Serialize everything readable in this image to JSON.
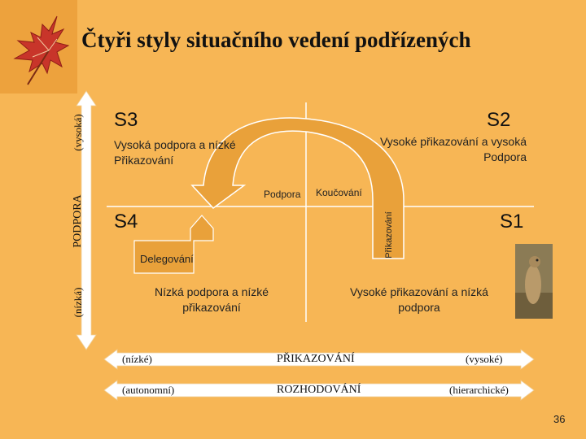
{
  "title": "Čtyři styly situačního vedení podřízených",
  "quadrants": {
    "s3": {
      "label": "S3",
      "desc_line1": "Vysoká podpora a nízké",
      "desc_line2": "Přikazování"
    },
    "s2": {
      "label": "S2",
      "desc_line1": "Vysoké přikazování a vysoká",
      "desc_line2": "Podpora"
    },
    "s4": {
      "label": "S4",
      "desc_line1": "Nízká podpora a nízké",
      "desc_line2": "přikazování"
    },
    "s1": {
      "label": "S1",
      "desc_line1": "Vysoké přikazování a nízká",
      "desc_line2": "podpora"
    }
  },
  "curve_labels": {
    "podpora": "Podpora",
    "koucovani": "Koučování",
    "delegovani": "Delegování",
    "prikazovani": "Přikazování"
  },
  "y_axis": {
    "label": "PODPORA",
    "high": "(vysoká)",
    "low": "(nízká)"
  },
  "x_axis_1": {
    "low": "(nízké)",
    "label": "PŘIKAZOVÁNÍ",
    "high": "(vysoké)"
  },
  "x_axis_2": {
    "low": "(autonomní)",
    "label": "ROZHODOVÁNÍ",
    "high": "(hierarchické)"
  },
  "page_number": "36",
  "colors": {
    "background": "#F7B655",
    "leaf_panel": "#EDA23D",
    "leaf": "#C8352A",
    "arrow_fill": "#E9A13A",
    "arrow_stroke": "#FFFFFF",
    "quadrant_lines": "#FFFFFF"
  },
  "icons": [
    "maple-leaf-icon",
    "prairie-dog-photo"
  ]
}
